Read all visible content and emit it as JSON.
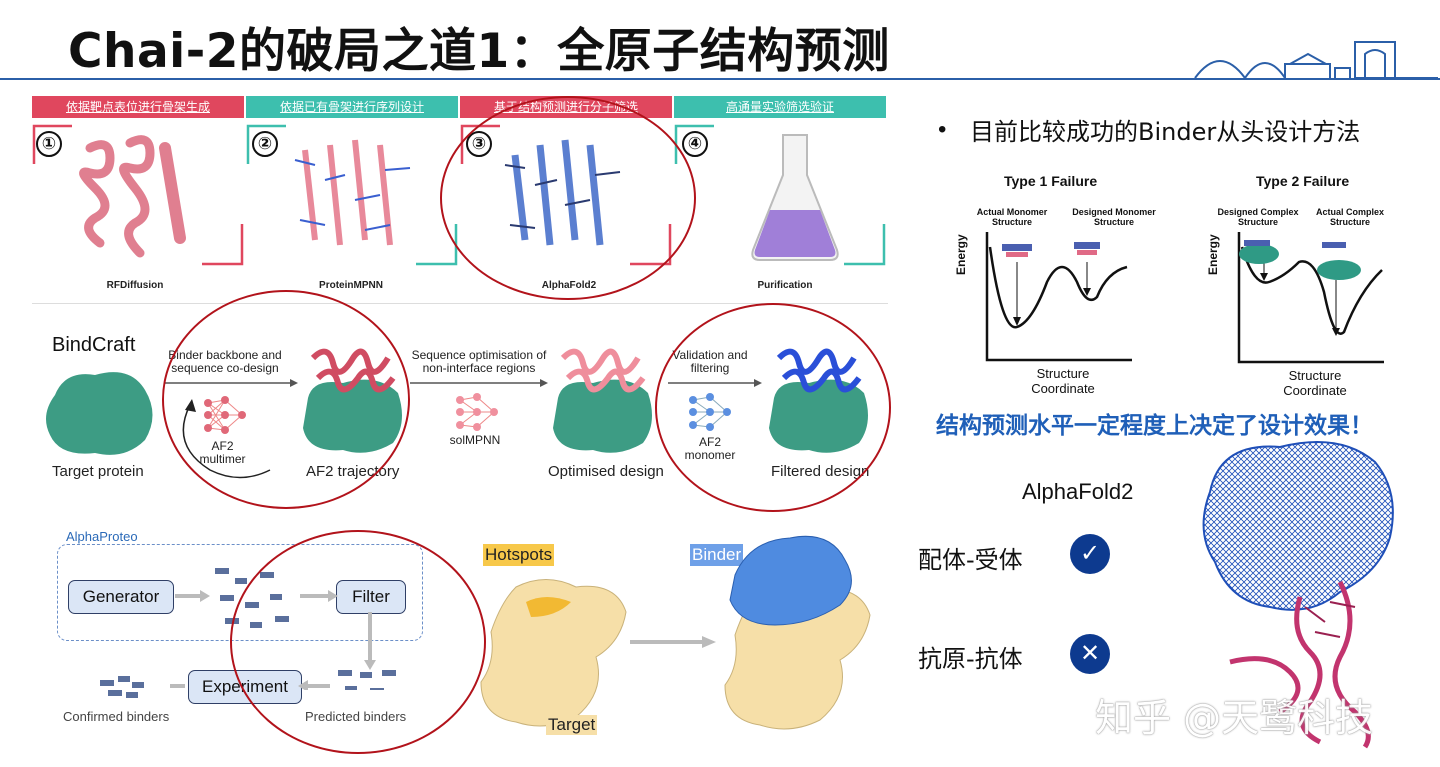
{
  "title": "Chai-2的破局之道1：全原子结构预测",
  "pipeline": {
    "steps": [
      {
        "num": "①",
        "header": "依据靶点表位进行骨架生成",
        "color": "#e0475e",
        "tool": "RFDiffusion"
      },
      {
        "num": "②",
        "header": "依据已有骨架进行序列设计",
        "color": "#3dbfae",
        "tool": "ProteinMPNN"
      },
      {
        "num": "③",
        "header": "基于结构预测进行分子筛选",
        "color": "#e0475e",
        "tool": "AlphaFold2"
      },
      {
        "num": "④",
        "header": "高通量实验筛选验证",
        "color": "#3dbfae",
        "tool": "Purification"
      }
    ]
  },
  "bindcraft": {
    "title": "BindCraft",
    "target": "Target protein",
    "step1": "Binder backbone and sequence co-design",
    "af2_multimer": "AF2 multimer",
    "trajectory": "AF2 trajectory",
    "step2": "Sequence optimisation of non-interface regions",
    "solmpnn": "solMPNN",
    "optimised": "Optimised design",
    "step3": "Validation and filtering",
    "af2_monomer": "AF2 monomer",
    "filtered": "Filtered design"
  },
  "alphaproteo": {
    "title": "AlphaProteo",
    "generator": "Generator",
    "filter": "Filter",
    "experiment": "Experiment",
    "confirmed": "Confirmed binders",
    "predicted": "Predicted binders",
    "hotspots": "Hotspots",
    "binder": "Binder",
    "target": "Target"
  },
  "right": {
    "bullet": "目前比较成功的Binder从头设计方法",
    "type1": {
      "title": "Type 1 Failure",
      "left_label": "Actual Monomer Structure",
      "right_label": "Designed Monomer Structure",
      "ylabel": "Energy",
      "xlabel": "Structure Coordinate"
    },
    "type2": {
      "title": "Type 2 Failure",
      "left_label": "Designed Complex Structure",
      "right_label": "Actual Complex Structure",
      "ylabel": "Energy",
      "xlabel": "Structure Coordinate"
    },
    "conclusion": "结构预测水平一定程度上决定了设计效果！",
    "af2": "AlphaFold2",
    "row1": {
      "label": "配体-受体",
      "icon": "✓"
    },
    "row2": {
      "label": "抗原-抗体",
      "icon": "✕"
    }
  },
  "watermark": "知乎 @天鹭科技",
  "colors": {
    "accent_blue": "#1f5fb8",
    "ring_red": "#b2131b",
    "dark_blue": "#0d3a8f"
  }
}
